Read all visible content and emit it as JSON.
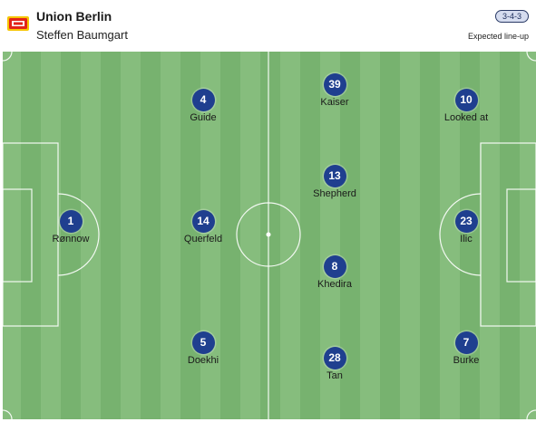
{
  "header": {
    "team_name": "Union Berlin",
    "coach": "Steffen Baumgart",
    "formation": "3-4-3",
    "lineup_status": "Expected line-up"
  },
  "colors": {
    "pitch_light": "#86bd7d",
    "pitch_dark": "#77b26f",
    "line": "#ffffff",
    "jersey": "#1f3f8f",
    "crest_red": "#e2231a",
    "crest_yellow": "#f6c500"
  },
  "players": {
    "p1": {
      "number": "1",
      "name": "Rønnow"
    },
    "p4": {
      "number": "4",
      "name": "Guide"
    },
    "p14": {
      "number": "14",
      "name": "Querfeld"
    },
    "p5": {
      "number": "5",
      "name": "Doekhi"
    },
    "p39": {
      "number": "39",
      "name": "Kaiser"
    },
    "p13": {
      "number": "13",
      "name": "Shepherd"
    },
    "p8": {
      "number": "8",
      "name": "Khedira"
    },
    "p28": {
      "number": "28",
      "name": "Tan"
    },
    "p10": {
      "number": "10",
      "name": "Looked at"
    },
    "p23": {
      "number": "23",
      "name": "Ilic"
    },
    "p7": {
      "number": "7",
      "name": "Burke"
    }
  }
}
